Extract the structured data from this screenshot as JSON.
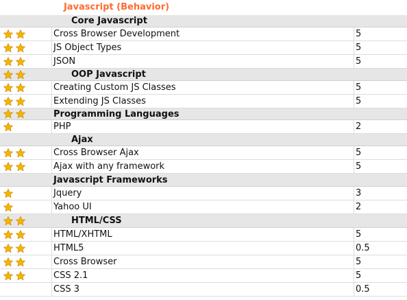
{
  "title": "Javascript (Behavior)",
  "colors": {
    "title": "#ff6a30",
    "section_bg": "#e6e6e6",
    "star": "#f6b400"
  },
  "rows": [
    {
      "kind": "section",
      "label": "Core Javascript",
      "stars": 0,
      "indent": true
    },
    {
      "kind": "item",
      "label": "Cross Browser Development",
      "value": "5",
      "stars": 2
    },
    {
      "kind": "item",
      "label": "JS Object Types",
      "value": "5",
      "stars": 2
    },
    {
      "kind": "item",
      "label": "JSON",
      "value": "5",
      "stars": 2
    },
    {
      "kind": "section",
      "label": "OOP Javascript",
      "stars": 2,
      "indent": true
    },
    {
      "kind": "item",
      "label": "Creating Custom JS Classes",
      "value": "5",
      "stars": 2
    },
    {
      "kind": "item",
      "label": "Extending JS Classes",
      "value": "5",
      "stars": 2
    },
    {
      "kind": "section",
      "label": "Programming Languages",
      "stars": 2,
      "indent": false
    },
    {
      "kind": "item",
      "label": "PHP",
      "value": "2",
      "stars": 1
    },
    {
      "kind": "section",
      "label": "Ajax",
      "stars": 0,
      "indent": true
    },
    {
      "kind": "item",
      "label": "Cross Browser Ajax",
      "value": "5",
      "stars": 2
    },
    {
      "kind": "item",
      "label": "Ajax with any framework",
      "value": "5",
      "stars": 2
    },
    {
      "kind": "section",
      "label": "Javascript Frameworks",
      "stars": 0,
      "indent": false
    },
    {
      "kind": "item",
      "label": "Jquery",
      "value": "3",
      "stars": 1
    },
    {
      "kind": "item",
      "label": "Yahoo UI",
      "value": "2",
      "stars": 1
    },
    {
      "kind": "section",
      "label": "HTML/CSS",
      "stars": 2,
      "indent": true
    },
    {
      "kind": "item",
      "label": "HTML/XHTML",
      "value": "5",
      "stars": 2
    },
    {
      "kind": "item",
      "label": "HTML5",
      "value": "0.5",
      "stars": 2
    },
    {
      "kind": "item",
      "label": "Cross Browser",
      "value": "5",
      "stars": 2
    },
    {
      "kind": "item",
      "label": "CSS 2.1",
      "value": "5",
      "stars": 2
    },
    {
      "kind": "item",
      "label": "CSS 3",
      "value": "0.5",
      "stars": 0
    }
  ]
}
